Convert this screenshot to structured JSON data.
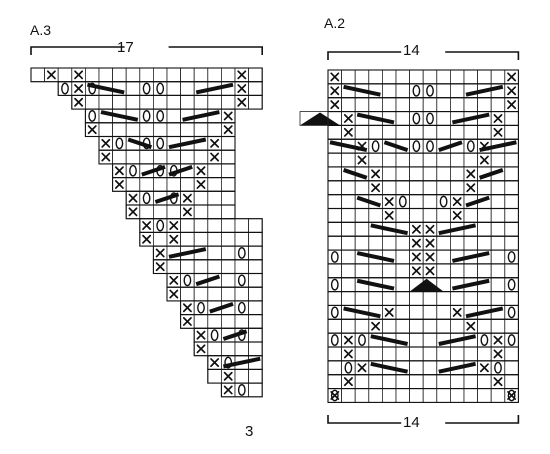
{
  "charts": [
    {
      "id": "a3",
      "name": "A.3",
      "top_count": "17",
      "bottom_count": "3",
      "num_rows": 24,
      "num_cols": 17,
      "rows": [
        [
          0,
          16
        ],
        [
          2,
          16
        ],
        [
          3,
          16
        ],
        [
          4,
          14
        ],
        [
          4,
          14
        ],
        [
          5,
          14
        ],
        [
          5,
          14
        ],
        [
          6,
          14
        ],
        [
          6,
          14
        ],
        [
          7,
          14
        ],
        [
          7,
          14
        ],
        [
          8,
          16
        ],
        [
          8,
          16
        ],
        [
          9,
          16
        ],
        [
          9,
          16
        ],
        [
          10,
          16
        ],
        [
          10,
          16
        ],
        [
          11,
          16
        ],
        [
          11,
          16
        ],
        [
          12,
          16
        ],
        [
          12,
          16
        ],
        [
          13,
          16
        ],
        [
          13,
          16
        ],
        [
          14,
          16
        ]
      ],
      "symbols": [
        {
          "t": "x",
          "r": 0,
          "c": 1
        },
        {
          "t": "x",
          "r": 0,
          "c": 3
        },
        {
          "t": "x",
          "r": 0,
          "c": 15
        },
        {
          "t": "o",
          "r": 1,
          "c": 2
        },
        {
          "t": "x",
          "r": 1,
          "c": 3
        },
        {
          "t": "o",
          "r": 1,
          "c": 4
        },
        {
          "t": "o",
          "r": 1,
          "c": 8
        },
        {
          "t": "o",
          "r": 1,
          "c": 9
        },
        {
          "t": "x",
          "r": 1,
          "c": 15
        },
        {
          "t": "x",
          "r": 2,
          "c": 3
        },
        {
          "t": "x",
          "r": 2,
          "c": 15
        },
        {
          "t": "o",
          "r": 3,
          "c": 4
        },
        {
          "t": "o",
          "r": 3,
          "c": 8
        },
        {
          "t": "o",
          "r": 3,
          "c": 9
        },
        {
          "t": "x",
          "r": 3,
          "c": 14
        },
        {
          "t": "x",
          "r": 4,
          "c": 4
        },
        {
          "t": "x",
          "r": 4,
          "c": 14
        },
        {
          "t": "o",
          "r": 5,
          "c": 6
        },
        {
          "t": "o",
          "r": 5,
          "c": 8
        },
        {
          "t": "o",
          "r": 5,
          "c": 9
        },
        {
          "t": "x",
          "r": 5,
          "c": 5
        },
        {
          "t": "x",
          "r": 5,
          "c": 13
        },
        {
          "t": "x",
          "r": 6,
          "c": 5
        },
        {
          "t": "x",
          "r": 6,
          "c": 13
        },
        {
          "t": "o",
          "r": 7,
          "c": 7
        },
        {
          "t": "o",
          "r": 7,
          "c": 9
        },
        {
          "t": "o",
          "r": 7,
          "c": 10
        },
        {
          "t": "x",
          "r": 7,
          "c": 6
        },
        {
          "t": "x",
          "r": 7,
          "c": 12
        },
        {
          "t": "x",
          "r": 8,
          "c": 6
        },
        {
          "t": "x",
          "r": 8,
          "c": 12
        },
        {
          "t": "x",
          "r": 9,
          "c": 7
        },
        {
          "t": "o",
          "r": 9,
          "c": 8
        },
        {
          "t": "o",
          "r": 9,
          "c": 10
        },
        {
          "t": "x",
          "r": 9,
          "c": 11
        },
        {
          "t": "x",
          "r": 10,
          "c": 7
        },
        {
          "t": "x",
          "r": 10,
          "c": 11
        },
        {
          "t": "o",
          "r": 11,
          "c": 9
        },
        {
          "t": "x",
          "r": 11,
          "c": 8
        },
        {
          "t": "x",
          "r": 11,
          "c": 10
        },
        {
          "t": "x",
          "r": 12,
          "c": 8
        },
        {
          "t": "x",
          "r": 12,
          "c": 10
        },
        {
          "t": "x",
          "r": 13,
          "c": 9
        },
        {
          "t": "o",
          "r": 13,
          "c": 15
        },
        {
          "t": "x",
          "r": 14,
          "c": 9
        },
        {
          "t": "o",
          "r": 15,
          "c": 11
        },
        {
          "t": "x",
          "r": 15,
          "c": 10
        },
        {
          "t": "o",
          "r": 15,
          "c": 15
        },
        {
          "t": "x",
          "r": 16,
          "c": 10
        },
        {
          "t": "o",
          "r": 17,
          "c": 12
        },
        {
          "t": "x",
          "r": 17,
          "c": 11
        },
        {
          "t": "o",
          "r": 17,
          "c": 15
        },
        {
          "t": "x",
          "r": 18,
          "c": 11
        },
        {
          "t": "o",
          "r": 19,
          "c": 13
        },
        {
          "t": "x",
          "r": 19,
          "c": 12
        },
        {
          "t": "o",
          "r": 19,
          "c": 15
        },
        {
          "t": "x",
          "r": 20,
          "c": 12
        },
        {
          "t": "o",
          "r": 21,
          "c": 14
        },
        {
          "t": "x",
          "r": 21,
          "c": 13
        },
        {
          "t": "x",
          "r": 22,
          "c": 14
        },
        {
          "t": "o",
          "r": 23,
          "c": 15
        },
        {
          "t": "x",
          "r": 23,
          "c": 14
        }
      ],
      "bars": [
        {
          "r": 1,
          "c0": 4,
          "c1": 6
        },
        {
          "r": 1,
          "c0": 12,
          "c1": 14
        },
        {
          "r": 3,
          "c0": 5,
          "c1": 7
        },
        {
          "r": 3,
          "c0": 11,
          "c1": 13
        },
        {
          "r": 5,
          "c0": 7,
          "c1": 8
        },
        {
          "r": 5,
          "c0": 10,
          "c1": 12
        },
        {
          "r": 7,
          "c0": 8,
          "c1": 9
        },
        {
          "r": 7,
          "c0": 10,
          "c1": 11
        },
        {
          "r": 9,
          "c0": 9,
          "c1": 10
        },
        {
          "r": 13,
          "c0": 10,
          "c1": 12
        },
        {
          "r": 15,
          "c0": 12,
          "c1": 13
        },
        {
          "r": 17,
          "c0": 13,
          "c1": 14
        },
        {
          "r": 19,
          "c0": 14,
          "c1": 15
        },
        {
          "r": 21,
          "c0": 14,
          "c1": 16
        }
      ],
      "triangles": []
    },
    {
      "id": "a2",
      "name": "A.2",
      "top_count": "14",
      "bottom_count": "14",
      "num_rows": 24,
      "num_cols": 14,
      "rows": [
        [
          0,
          13
        ],
        [
          0,
          13
        ],
        [
          0,
          13
        ],
        [
          0,
          13
        ],
        [
          0,
          13
        ],
        [
          0,
          13
        ],
        [
          0,
          13
        ],
        [
          0,
          13
        ],
        [
          0,
          13
        ],
        [
          0,
          13
        ],
        [
          0,
          13
        ],
        [
          0,
          13
        ],
        [
          0,
          13
        ],
        [
          0,
          13
        ],
        [
          0,
          13
        ],
        [
          0,
          13
        ],
        [
          0,
          13
        ],
        [
          0,
          13
        ],
        [
          0,
          13
        ],
        [
          0,
          13
        ],
        [
          0,
          13
        ],
        [
          0,
          13
        ],
        [
          0,
          13
        ],
        [
          0,
          13
        ]
      ],
      "symbols": [
        {
          "t": "x",
          "r": 0,
          "c": 0
        },
        {
          "t": "x",
          "r": 0,
          "c": 13
        },
        {
          "t": "x",
          "r": 1,
          "c": 0
        },
        {
          "t": "x",
          "r": 1,
          "c": 13
        },
        {
          "t": "o",
          "r": 1,
          "c": 6
        },
        {
          "t": "o",
          "r": 1,
          "c": 7
        },
        {
          "t": "x",
          "r": 2,
          "c": 0
        },
        {
          "t": "x",
          "r": 2,
          "c": 13
        },
        {
          "t": "x",
          "r": 3,
          "c": 1
        },
        {
          "t": "x",
          "r": 3,
          "c": 12
        },
        {
          "t": "o",
          "r": 3,
          "c": 6
        },
        {
          "t": "o",
          "r": 3,
          "c": 7
        },
        {
          "t": "x",
          "r": 4,
          "c": 1
        },
        {
          "t": "x",
          "r": 4,
          "c": 12
        },
        {
          "t": "o",
          "r": 5,
          "c": 3
        },
        {
          "t": "x",
          "r": 5,
          "c": 2
        },
        {
          "t": "o",
          "r": 5,
          "c": 6
        },
        {
          "t": "o",
          "r": 5,
          "c": 7
        },
        {
          "t": "o",
          "r": 5,
          "c": 10
        },
        {
          "t": "x",
          "r": 5,
          "c": 11
        },
        {
          "t": "x",
          "r": 6,
          "c": 2
        },
        {
          "t": "x",
          "r": 6,
          "c": 11
        },
        {
          "t": "x",
          "r": 7,
          "c": 3
        },
        {
          "t": "x",
          "r": 7,
          "c": 10
        },
        {
          "t": "x",
          "r": 8,
          "c": 3
        },
        {
          "t": "x",
          "r": 8,
          "c": 10
        },
        {
          "t": "o",
          "r": 9,
          "c": 5
        },
        {
          "t": "x",
          "r": 9,
          "c": 4
        },
        {
          "t": "o",
          "r": 9,
          "c": 8
        },
        {
          "t": "x",
          "r": 9,
          "c": 9
        },
        {
          "t": "x",
          "r": 10,
          "c": 4
        },
        {
          "t": "x",
          "r": 10,
          "c": 9
        },
        {
          "t": "x",
          "r": 11,
          "c": 6
        },
        {
          "t": "x",
          "r": 11,
          "c": 7
        },
        {
          "t": "x",
          "r": 12,
          "c": 6
        },
        {
          "t": "x",
          "r": 12,
          "c": 7
        },
        {
          "t": "o",
          "r": 13,
          "c": 0
        },
        {
          "t": "x",
          "r": 13,
          "c": 6
        },
        {
          "t": "x",
          "r": 13,
          "c": 7
        },
        {
          "t": "o",
          "r": 13,
          "c": 13
        },
        {
          "t": "x",
          "r": 14,
          "c": 6
        },
        {
          "t": "x",
          "r": 14,
          "c": 7
        },
        {
          "t": "o",
          "r": 15,
          "c": 0
        },
        {
          "t": "o",
          "r": 15,
          "c": 13
        },
        {
          "t": "o",
          "r": 17,
          "c": 0
        },
        {
          "t": "x",
          "r": 17,
          "c": 4
        },
        {
          "t": "x",
          "r": 17,
          "c": 9
        },
        {
          "t": "o",
          "r": 17,
          "c": 13
        },
        {
          "t": "x",
          "r": 18,
          "c": 3
        },
        {
          "t": "x",
          "r": 18,
          "c": 10
        },
        {
          "t": "o",
          "r": 19,
          "c": 0
        },
        {
          "t": "o",
          "r": 19,
          "c": 2
        },
        {
          "t": "x",
          "r": 19,
          "c": 1
        },
        {
          "t": "x",
          "r": 19,
          "c": 12
        },
        {
          "t": "o",
          "r": 19,
          "c": 11
        },
        {
          "t": "o",
          "r": 19,
          "c": 13
        },
        {
          "t": "x",
          "r": 20,
          "c": 1
        },
        {
          "t": "x",
          "r": 20,
          "c": 12
        },
        {
          "t": "o",
          "r": 21,
          "c": 1
        },
        {
          "t": "x",
          "r": 21,
          "c": 2
        },
        {
          "t": "x",
          "r": 21,
          "c": 11
        },
        {
          "t": "o",
          "r": 21,
          "c": 12
        },
        {
          "t": "x",
          "r": 22,
          "c": 1
        },
        {
          "t": "x",
          "r": 22,
          "c": 12
        },
        {
          "t": "o",
          "r": 23,
          "c": 0
        },
        {
          "t": "x",
          "r": 23,
          "c": 0
        },
        {
          "t": "x",
          "r": 23,
          "c": 13
        },
        {
          "t": "o",
          "r": 23,
          "c": 13
        }
      ],
      "bars": [
        {
          "r": 1,
          "c0": 1,
          "c1": 3
        },
        {
          "r": 1,
          "c0": 10,
          "c1": 12
        },
        {
          "r": 3,
          "c0": 2,
          "c1": 4
        },
        {
          "r": 3,
          "c0": 9,
          "c1": 11
        },
        {
          "r": 5,
          "c0": 0,
          "c1": 2
        },
        {
          "r": 5,
          "c0": 4,
          "c1": 5
        },
        {
          "r": 5,
          "c0": 8,
          "c1": 9
        },
        {
          "r": 5,
          "c0": 11,
          "c1": 13
        },
        {
          "r": 7,
          "c0": 1,
          "c1": 2
        },
        {
          "r": 7,
          "c0": 11,
          "c1": 12
        },
        {
          "r": 9,
          "c0": 2,
          "c1": 3
        },
        {
          "r": 9,
          "c0": 10,
          "c1": 11
        },
        {
          "r": 11,
          "c0": 3,
          "c1": 5
        },
        {
          "r": 11,
          "c0": 8,
          "c1": 10
        },
        {
          "r": 13,
          "c0": 2,
          "c1": 4
        },
        {
          "r": 13,
          "c0": 9,
          "c1": 11
        },
        {
          "r": 15,
          "c0": 2,
          "c1": 4
        },
        {
          "r": 15,
          "c0": 9,
          "c1": 11
        },
        {
          "r": 17,
          "c0": 1,
          "c1": 3
        },
        {
          "r": 17,
          "c0": 10,
          "c1": 12
        },
        {
          "r": 19,
          "c0": 3,
          "c1": 5
        },
        {
          "r": 19,
          "c0": 8,
          "c1": 10
        },
        {
          "r": 21,
          "c0": 3,
          "c1": 5
        },
        {
          "r": 21,
          "c0": 8,
          "c1": 10
        }
      ],
      "triangles": [
        {
          "r": 3,
          "c": -1
        },
        {
          "r": 15,
          "c": 6
        }
      ]
    }
  ]
}
